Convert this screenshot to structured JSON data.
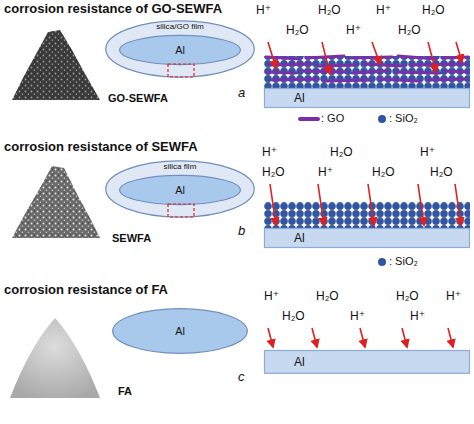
{
  "diagram": {
    "nodes": [
      {
        "text": [
          "silica/GO film"
        ]
      },
      {
        "text": [
          "Al"
        ],
        "in": 0
      },
      {
        "text": [
          "Al"
        ]
      },
      {
        "text": [
          "silica film"
        ]
      },
      {
        "text": [
          "Al"
        ],
        "in": 3
      },
      {
        "text": [
          "Al"
        ]
      },
      {
        "text": [
          "Al"
        ]
      },
      {
        "text": [
          "Al"
        ]
      }
    ],
    "labels": [
      "corrosion resistance of GO-SEWFA",
      "GO-SEWFA",
      "a",
      "H⁺",
      "H₂O",
      "H⁺",
      "H₂O",
      "H₂O",
      "H⁺",
      "H₂O",
      "corrosion resistance of SEWFA",
      "SEWFA",
      "b",
      "H⁺",
      "H₂O",
      "H⁺",
      "H₂O",
      "H⁺",
      "H₂O",
      "H₂O",
      "corrosion resistance of FA",
      "FA",
      "c",
      "H⁺",
      "H₂O",
      "H₂O",
      "H⁺",
      "H₂O",
      "H⁺",
      "H⁺"
    ],
    "legend": [
      {
        "text": ": GO"
      },
      {
        "text": ": SiO₂"
      },
      {
        "text": ": SiO₂"
      }
    ]
  }
}
